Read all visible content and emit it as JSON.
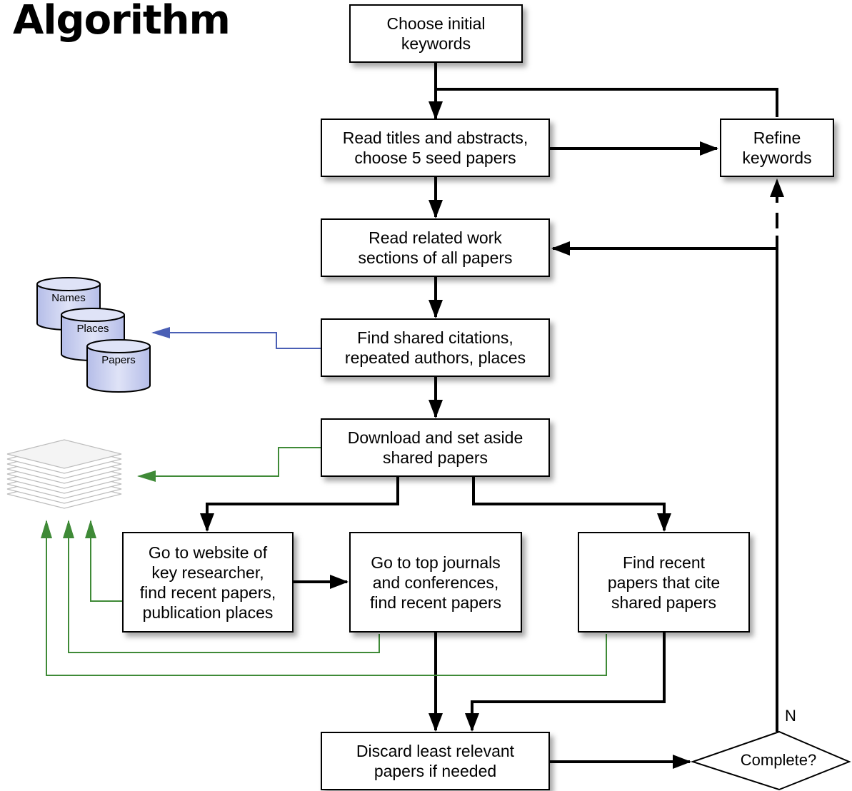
{
  "title": "Algorithm",
  "nodes": {
    "choose": "Choose initial\nkeywords",
    "read_titles": "Read titles and abstracts,\nchoose 5 seed papers",
    "refine": "Refine\nkeywords",
    "read_related": "Read related work\nsections of all papers",
    "find_shared": "Find shared citations,\nrepeated authors, places",
    "download": "Download and set aside\nshared papers",
    "website": "Go to website of\nkey researcher,\nfind recent papers,\npublication places",
    "journals": "Go to top journals\nand conferences,\nfind recent papers",
    "recent": "Find recent\npapers that cite\nshared papers",
    "discard": "Discard least relevant\npapers if needed"
  },
  "decision": {
    "label": "Complete?",
    "branch_label": "N"
  },
  "databases": [
    "Names",
    "Places",
    "Papers"
  ],
  "colors": {
    "blue": "#4a5fb5",
    "green": "#3f8a37",
    "cylinder": "#c9d0ef"
  }
}
